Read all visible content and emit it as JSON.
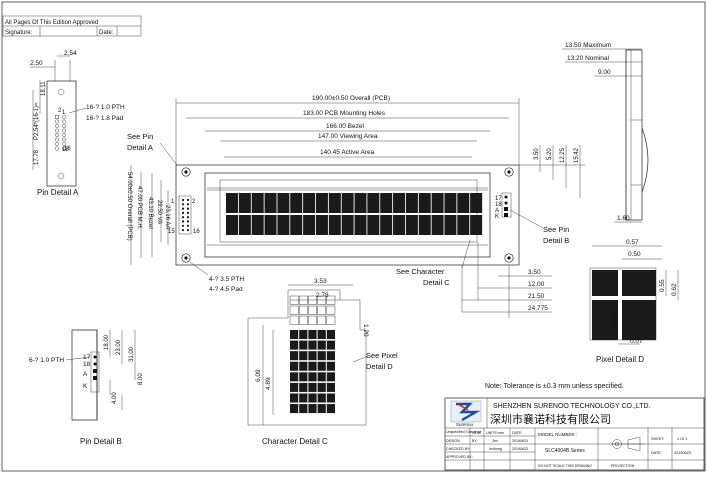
{
  "approval": {
    "title": "All Pages Of This Edition Approved",
    "signature_label": "Signature:",
    "date_label": "Date:"
  },
  "overall": {
    "overall_width": "190.00±0.50 Overall (PCB)",
    "mounting_holes": "183.00 PCB Mounting Holes",
    "bezel": "166.00 Bezel",
    "viewing_area": "147.00 Viewing Area",
    "active_area": "140.45 Active Area",
    "height_overall": "54.00±0.50 Overall (PCB)",
    "height_pcb_mh": "47.00 PCB M.H.",
    "height_bezel": "43.10 Bezel",
    "height_va": "29.50 VA",
    "height_aa": "23.16 AA",
    "pin_1": "1",
    "pin_2": "2",
    "pin_15": "15",
    "pin_16": "16",
    "right_top": [
      "3.50",
      "5.20",
      "12.25",
      "15.42"
    ],
    "right_bottom": [
      "3.50",
      "12.00",
      "21.50",
      "24.775"
    ],
    "pth_label": "4-? 3.5 PTH",
    "pad_label": "4-? 4.5 Pad",
    "see_pin_a": [
      "See Pin",
      "Detail A"
    ],
    "see_pin_b": [
      "See Pin",
      "Detail B"
    ],
    "see_char_c": [
      "See Character",
      "Detail C"
    ],
    "pin_17": "17",
    "pin_18": "18",
    "pin_a": "A",
    "pin_k": "K"
  },
  "side_view": {
    "max": "13.50 Maximum",
    "nominal": "13.20 Nominal",
    "depth": "9.00",
    "bottom": "1.60"
  },
  "pin_detail_a": {
    "title": "Pin Detail A",
    "dim_254": "2.54",
    "dim_250": "2.50",
    "dim_1811": "18.11",
    "dim_pitch": "P2.54*(16-1)=",
    "dim_3810": "17.78",
    "pth": "16-? 1.0 PTH",
    "pad": "16-? 1.8 Pad",
    "pin1": "1",
    "pin2": "2",
    "pin15": "15",
    "pin16": "16"
  },
  "pin_detail_b": {
    "title": "Pin Detail B",
    "pth": "6-? 1.0 PTH",
    "dims": [
      "18.00",
      "23.00",
      "31.00",
      "8.00",
      "4.00"
    ],
    "pin17": "17",
    "pin18": "18",
    "pinA": "A",
    "pinK": "K"
  },
  "char_detail_c": {
    "title": "Character Detail C",
    "width": "3.53",
    "char_w": "2.78",
    "gap": "1.20",
    "height": "6.09",
    "char_h": "4.89",
    "see_pixel": [
      "See Pixel",
      "Detail D"
    ]
  },
  "pixel_detail_d": {
    "title": "Pixel Detail D",
    "pitch": "0.57",
    "dot": "0.50",
    "dot_h": "0.55",
    "pitch_h": "0.62",
    "gap_h": "0.07",
    "gap_w": "0.07"
  },
  "note": "Note: Tolerance is ±0.3 mm unless specified.",
  "title_block": {
    "company": "SHENZHEN SURENOO TECHNOLOGY CO.,LTD.",
    "company_cn": "深圳市襄诺科技有限公司",
    "logo": "Surenoo",
    "model_label": "MODEL NUMBER :",
    "model": "SLC4004B Series",
    "sheet_label": "SHEET:",
    "sheet": "1 Of 1",
    "date_label": "DATE:",
    "date": "20190623",
    "scale_note": "DO NOT SCALE THIS DRAWING",
    "projection": "PROJECTION",
    "rows": [
      [
        "Unspecified Tolerance",
        "±0.30",
        "UNITS:mm",
        "DATE:"
      ],
      [
        "DESIGN",
        "BY:",
        "Jim",
        "20190623"
      ],
      [
        "CHECKED BY:",
        "",
        "huihong",
        "20190623"
      ],
      [
        "APPROVED BY:",
        "",
        "",
        ""
      ]
    ]
  }
}
